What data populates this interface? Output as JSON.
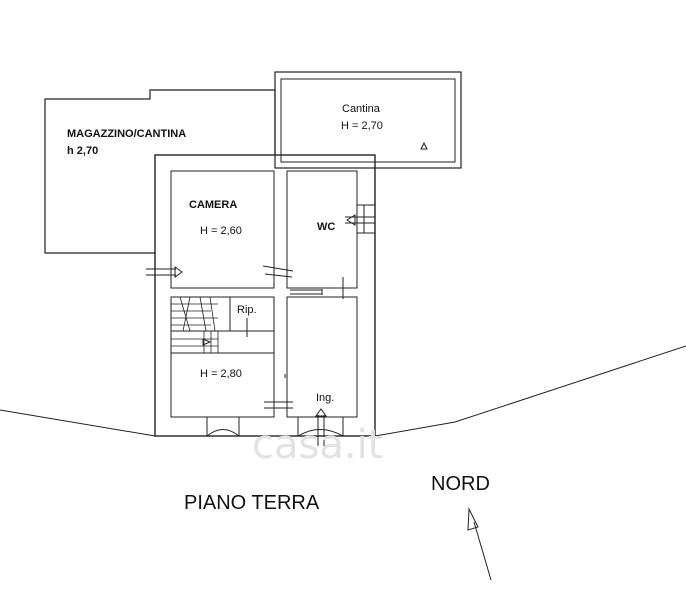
{
  "rooms": {
    "magazzino": {
      "name": "MAGAZZINO/CANTINA",
      "height": "h 2,70"
    },
    "cantina": {
      "name": "Cantina",
      "height": "H = 2,70"
    },
    "camera": {
      "name": "CAMERA",
      "height": "H = 2,60"
    },
    "wc": {
      "name": "WC"
    },
    "rip": {
      "name": "Rip."
    },
    "soggiorno": {
      "height": "H = 2,80"
    },
    "ingresso": {
      "name": "Ing."
    }
  },
  "floor_title": "PIANO TERRA",
  "compass": {
    "label": "NORD"
  },
  "watermark": {
    "text": "casa.it"
  }
}
